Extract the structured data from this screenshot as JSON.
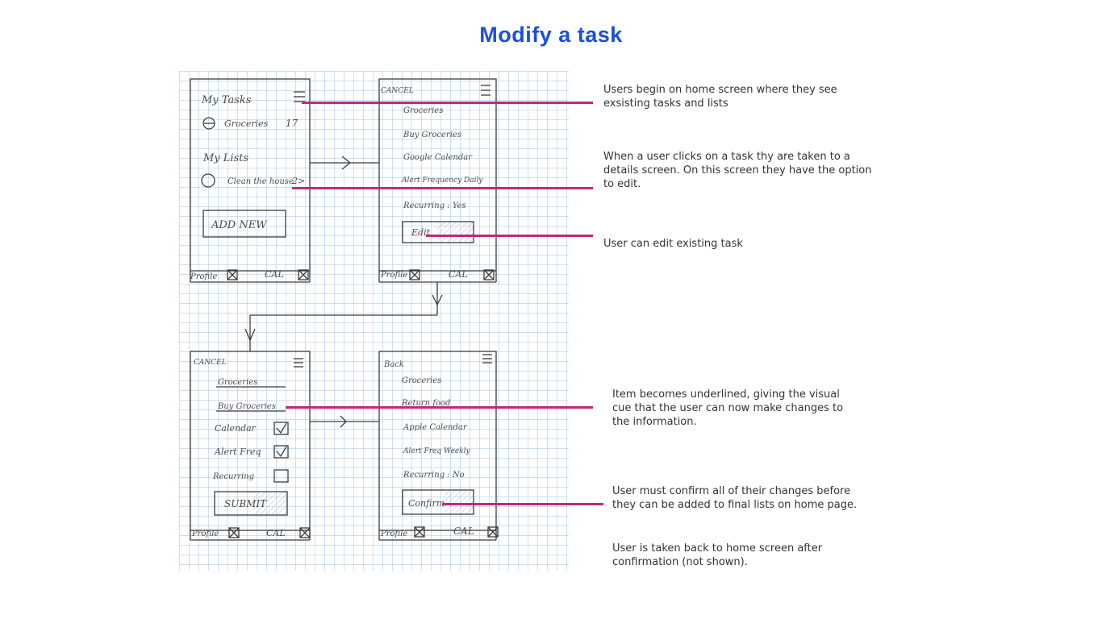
{
  "page": {
    "title": "Modify a task",
    "accent_color": "#c2277f",
    "title_color": "#1d4ed8",
    "grid_color": "#9dc3e6"
  },
  "screens": {
    "home": {
      "my_tasks": "My Tasks",
      "task_item": "Groceries",
      "task_count": "17",
      "my_lists": "My Lists",
      "list_item": "Clean the house",
      "list_count": "2>",
      "add_new": "ADD NEW",
      "tab_profile": "Profile",
      "tab_cal": "CAL"
    },
    "details": {
      "cancel": "CANCEL",
      "line1": "Groceries",
      "line2": "Buy Groceries",
      "line3": "Google Calendar",
      "line4": "Alert Frequency Daily",
      "line5": "Recurring : Yes",
      "edit": "Edit",
      "tab_profile": "Profile",
      "tab_cal": "CAL"
    },
    "edit": {
      "cancel": "CANCEL",
      "line1": "Groceries",
      "line2": "Buy Groceries",
      "calendar": "Calendar",
      "alert": "Alert Freq",
      "recurring": "Recurring",
      "submit": "SUBMIT",
      "tab_profile": "Profile",
      "tab_cal": "CAL"
    },
    "confirm": {
      "back": "Back",
      "line1": "Groceries",
      "line2": "Return food",
      "line3": "Apple Calendar",
      "line4": "Alert Freq Weekly",
      "line5": "Recurring : No",
      "confirm": "Confirm",
      "tab_profile": "Profile",
      "tab_cal": "CAL"
    }
  },
  "notes": {
    "n1": "Users begin on home screen where they see exsisting tasks and lists",
    "n2": "When a user clicks on a task thy are taken to  a details screen. On this screen they have the option to edit.",
    "n3": "User can edit existing task",
    "n4": "Item becomes underlined, giving the visual cue that the user can now make changes to the information.",
    "n5": "User must confirm all of their changes before they can be added to final lists on home page.",
    "n6": "User is taken back to home screen after confirmation (not shown)."
  }
}
